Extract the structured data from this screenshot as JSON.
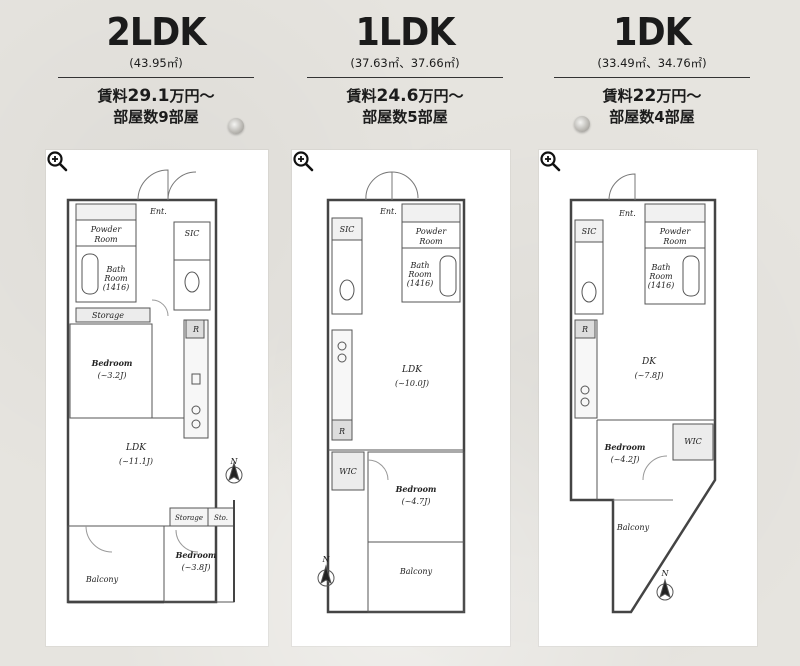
{
  "plans": [
    {
      "type": "2LDK",
      "area": "(43.95㎡)",
      "rent_prefix": "賃料",
      "rent_value": "29.1",
      "rent_suffix": "万円～",
      "rooms_prefix": "部屋数",
      "rooms_value": "9",
      "rooms_suffix": "部屋",
      "labels": {
        "ent": "Ent.",
        "powder": "Powder",
        "room": "Room",
        "sic": "SIC",
        "bath": "Bath",
        "bath_room": "Room",
        "bath_size": "(1416)",
        "storage1": "Storage",
        "bedroom1": "Bedroom",
        "bedroom1_size": "(~3.2J)",
        "ldk": "LDK",
        "ldk_size": "(~11.1J)",
        "storage2": "Storage",
        "sto": "Sto.",
        "bedroom2": "Bedroom",
        "bedroom2_size": "(~3.8J)",
        "balcony": "Balcony",
        "r": "R",
        "north": "N"
      }
    },
    {
      "type": "1LDK",
      "area": "(37.63㎡、37.66㎡)",
      "rent_prefix": "賃料",
      "rent_value": "24.6",
      "rent_suffix": "万円～",
      "rooms_prefix": "部屋数",
      "rooms_value": "5",
      "rooms_suffix": "部屋",
      "labels": {
        "ent": "Ent.",
        "sic": "SIC",
        "powder": "Powder",
        "room": "Room",
        "bath": "Bath",
        "bath_room": "Room",
        "bath_size": "(1416)",
        "ldk": "LDK",
        "ldk_size": "(~10.0J)",
        "r": "R",
        "wic": "WIC",
        "bedroom": "Bedroom",
        "bedroom_size": "(~4.7J)",
        "balcony": "Balcony",
        "north": "N"
      }
    },
    {
      "type": "1DK",
      "area": "(33.49㎡、34.76㎡)",
      "rent_prefix": "賃料",
      "rent_value": "22",
      "rent_suffix": "万円～",
      "rooms_prefix": "部屋数",
      "rooms_value": "4",
      "rooms_suffix": "部屋",
      "labels": {
        "ent": "Ent.",
        "sic": "SIC",
        "powder": "Powder",
        "room": "Room",
        "bath": "Bath",
        "bath_room": "Room",
        "bath_size": "(1416)",
        "r": "R",
        "dk": "DK",
        "dk_size": "(~7.8J)",
        "bedroom": "Bedroom",
        "bedroom_size": "(~4.2J)",
        "wic": "WIC",
        "balcony": "Balcony",
        "north": "N"
      }
    }
  ],
  "icons": {
    "zoom": "zoom-in-icon",
    "compass": "north-arrow-icon"
  }
}
